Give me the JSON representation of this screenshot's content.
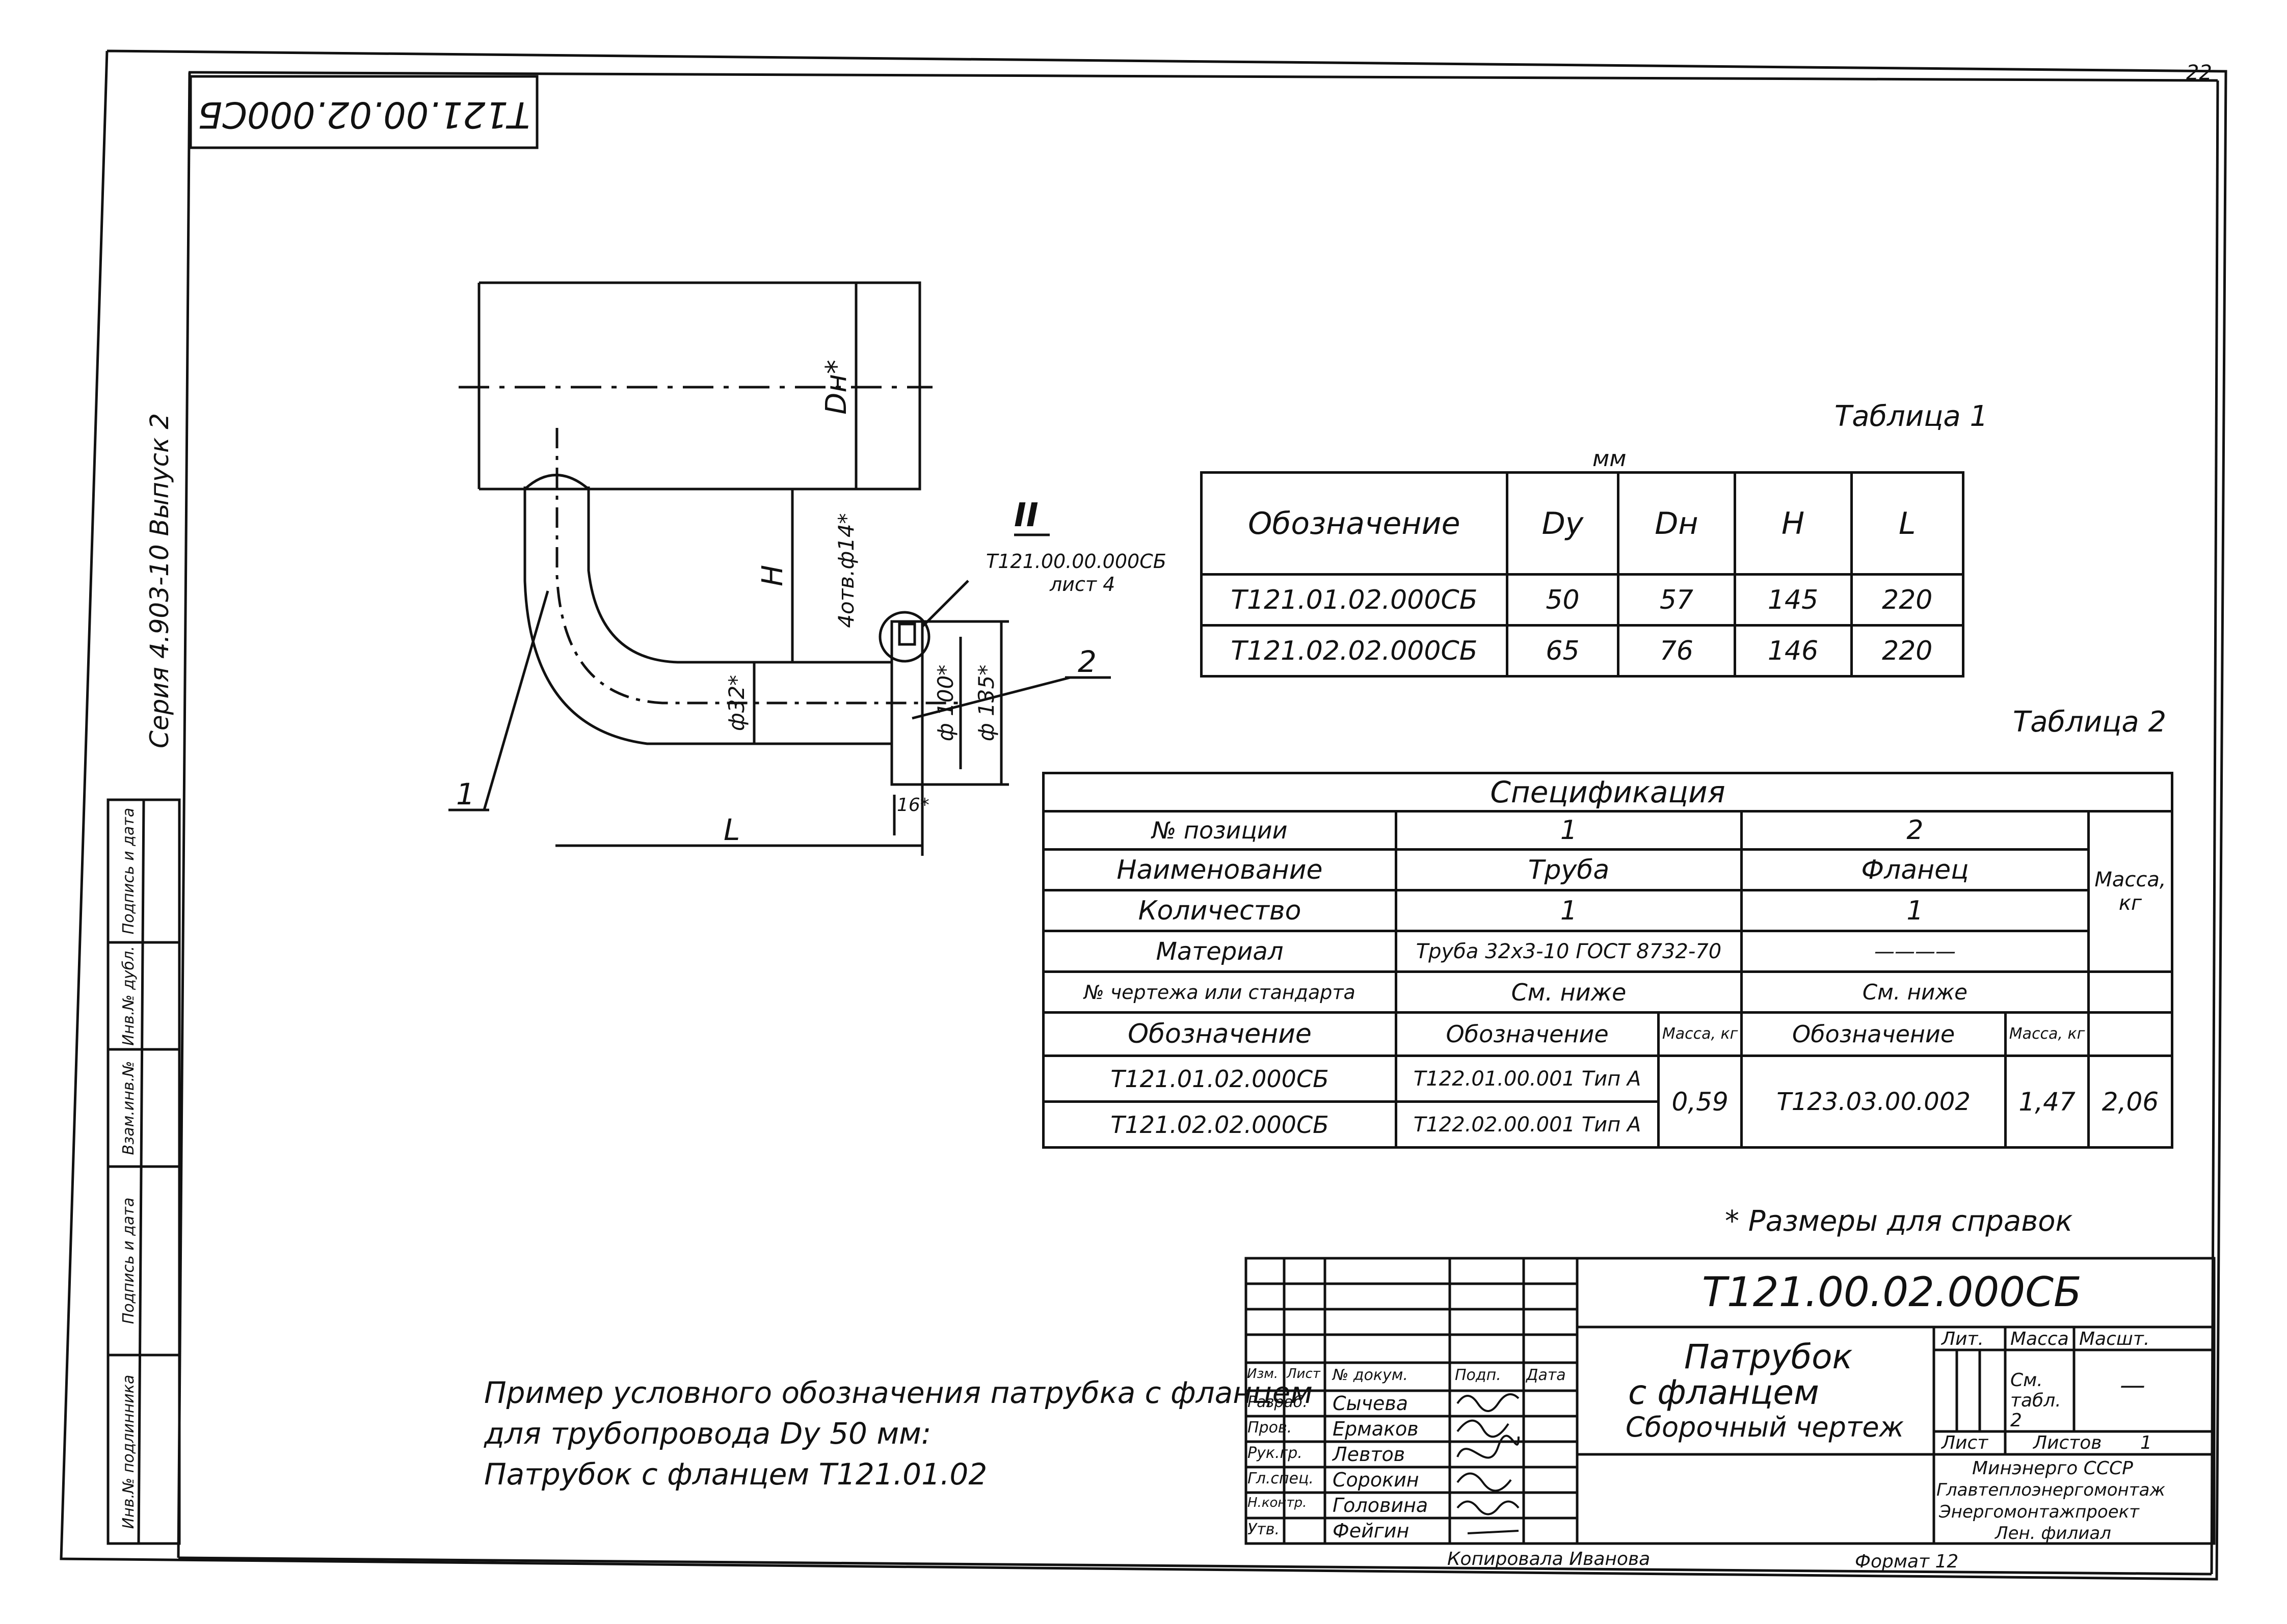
{
  "sheet": {
    "page_number": "22",
    "stamp_top": "Т121.00.02.000СБ",
    "series_note": "Серия 4.903-10   Выпуск 2"
  },
  "left_strip": {
    "labels": [
      "Подпись и дата",
      "Инв.№ дубл.",
      "Взам.инв.№",
      "Подпись и дата",
      "Инв.№ подлинника"
    ]
  },
  "drawing": {
    "dim_Dn": "Dн*",
    "dim_H": "H",
    "dim_holes": "4отв.ф14*",
    "dim_d32": "ф32*",
    "dim_d100": "ф 100*",
    "dim_d135": "ф 135*",
    "dim_16": "16*",
    "dim_L": "L",
    "callout_roman": "II",
    "callout_ref": "Т121.00.00.000СБ",
    "callout_sheet": "лист 4",
    "pos_1": "1",
    "pos_2": "2"
  },
  "table1": {
    "caption": "Таблица 1",
    "unit": "мм",
    "headers": [
      "Обозначение",
      "Dу",
      "Dн",
      "H",
      "L"
    ],
    "rows": [
      [
        "Т121.01.02.000СБ",
        "50",
        "57",
        "145",
        "220"
      ],
      [
        "Т121.02.02.000СБ",
        "65",
        "76",
        "146",
        "220"
      ]
    ]
  },
  "table2": {
    "caption": "Таблица 2",
    "title": "Спецификация",
    "pos_label": "№ позиции",
    "pos_1": "1",
    "pos_2": "2",
    "name_label": "Наименование",
    "name_1": "Труба",
    "name_2": "Фланец",
    "qty_label": "Количество",
    "qty_1": "1",
    "qty_2": "1",
    "mat_label": "Материал",
    "mat_1": "Труба 32х3-10 ГОСТ 8732-70",
    "mat_2": "————",
    "std_label": "№ чертежа или стандарта",
    "std_1": "См. ниже",
    "std_2": "См. ниже",
    "mass_label": "Масса, кг",
    "des_label": "Обозначение",
    "des_label_1": "Обозначение",
    "mass_label_1": "Масса, кг",
    "des_label_2": "Обозначение",
    "mass_label_2": "Масса, кг",
    "row1_des": "Т121.01.02.000СБ",
    "row1_part1": "Т122.01.00.001 Тип А",
    "row2_des": "Т121.02.02.000СБ",
    "row2_part1": "Т122.02.00.001 Тип А",
    "mass_1": "0,59",
    "part2": "Т123.03.00.002",
    "mass_2": "1,47",
    "mass_total": "2,06"
  },
  "note_ref": "* Размеры для справок",
  "example": {
    "line1": "Пример условного обозначения патрубка с фланцем",
    "line2": "для трубопровода Dу 50 мм:",
    "line3": "Патрубок с фланцем  Т121.01.02"
  },
  "title_block": {
    "code": "Т121.00.02.000СБ",
    "name_line1": "Патрубок",
    "name_line2": "с фланцем",
    "doc_type": "Сборочный чертеж",
    "lit_label": "Лит.",
    "mass_label": "Масса",
    "scale_label": "Масшт.",
    "mass_value": "См. табл. 2",
    "scale_value": "—",
    "sheet_label": "Лист",
    "sheets_label": "Листов",
    "sheets_value": "1",
    "org_line1": "Минэнерго СССР",
    "org_line2": "Главтеплоэнергомонтаж",
    "org_line3": "Энергомонтажпроект",
    "org_line4": "Лен. филиал",
    "col_headers": [
      "Изм.",
      "Лист",
      "№ докум.",
      "Подп.",
      "Дата"
    ],
    "roles": [
      "Разраб.",
      "Пров.",
      "Рук.гр.",
      "Гл.спец.",
      "Н.контр.",
      "Утв."
    ],
    "names": [
      "Сычева",
      "Ермаков",
      "Левтов",
      "Сорокин",
      "Головина",
      "Фейгин"
    ],
    "copied_by": "Копировала  Иванова",
    "format": "Формат 12"
  }
}
